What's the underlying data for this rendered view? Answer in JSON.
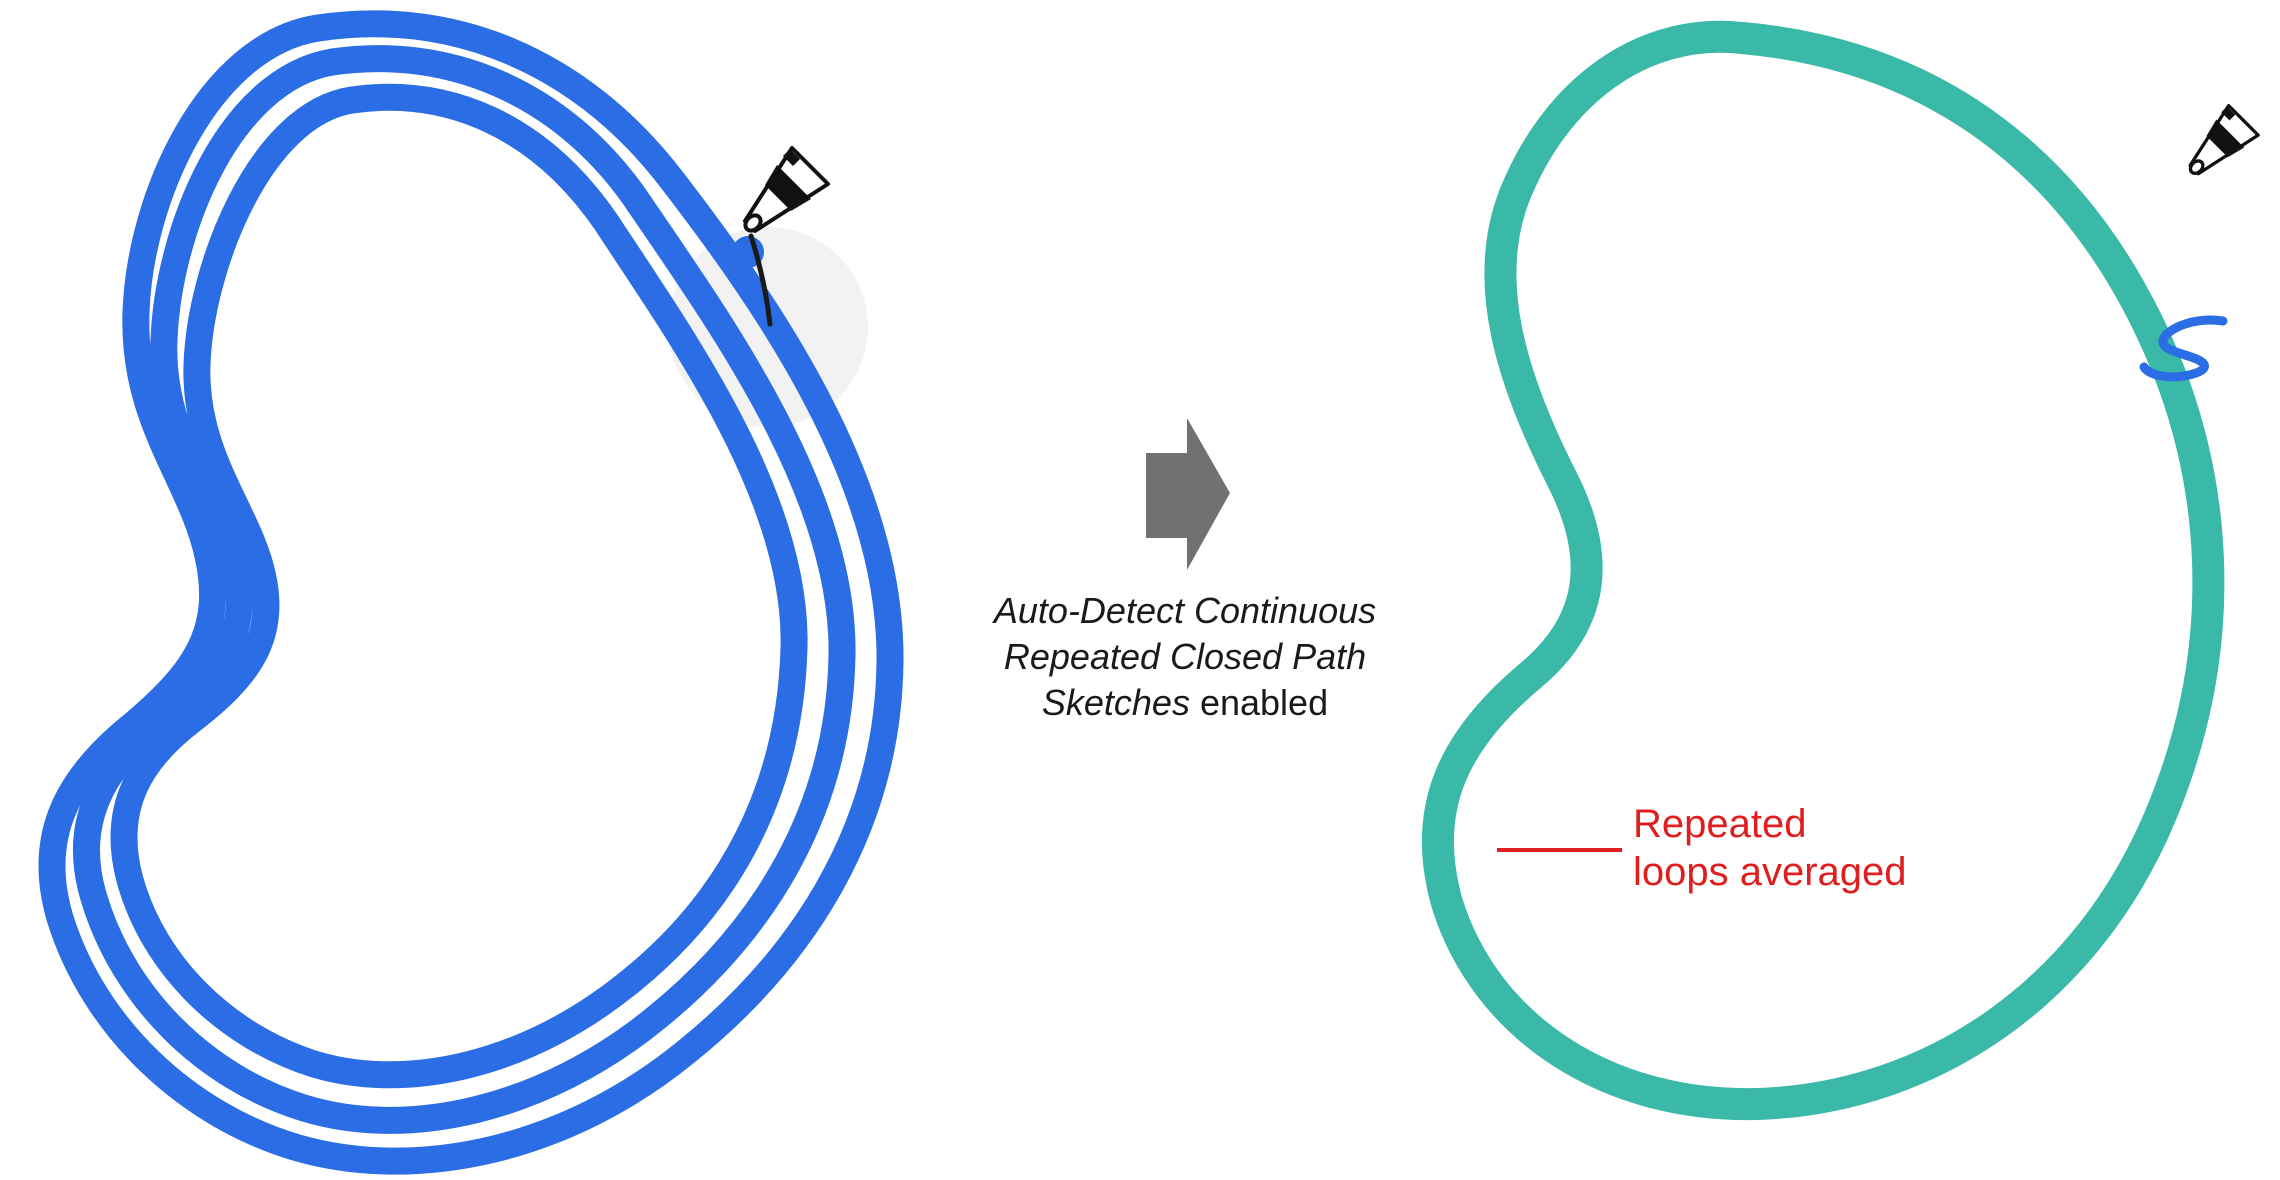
{
  "figure": {
    "caption": {
      "line1": "Auto-Detect Continuous",
      "line2": "Repeated Closed Path",
      "line3_italic": "Sketches",
      "line3_regular": "enabled"
    },
    "annotation": {
      "line1": "Repeated",
      "line2": "loops averaged"
    }
  },
  "colors": {
    "sketch_blue": "#2b6de4",
    "smooth_teal": "#3ab9a8",
    "arrow_gray": "#717171",
    "annotation_red": "#df1f1f",
    "caption_text": "#1a1a1a",
    "touch_indicator": "#ebebeb",
    "pen_black": "#111111",
    "pen_white": "#ffffff"
  },
  "icons": {
    "left_pen": "marker-pen-cursor",
    "right_pen": "marker-pen-cursor",
    "arrow": "right-block-arrow",
    "touch": "touch-point-circle"
  }
}
